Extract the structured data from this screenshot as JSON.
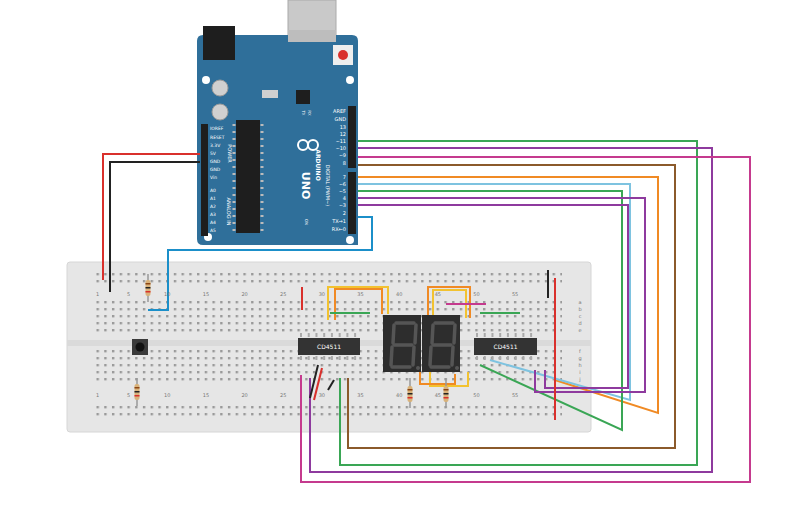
{
  "diagram": {
    "nodes": [
      {
        "text": [
          "ARDUINO",
          "UNO"
        ]
      },
      {
        "text": [
          "CD4511"
        ]
      },
      {
        "text": [
          "CD4511"
        ]
      }
    ],
    "labels": [
      "AREF",
      "GND",
      "13",
      "12",
      "~11",
      "~10",
      "~9",
      "8",
      "7",
      "~6",
      "~5",
      "4",
      "~3",
      "2",
      "TX→1",
      "RX←0",
      "DIGITAL (PWM~)",
      "IOREF",
      "RESET",
      "3.3V",
      "5V",
      "GND",
      "GND",
      "Vin",
      "POWER",
      "A0",
      "A1",
      "A2",
      "A3",
      "A4",
      "A5",
      "ANALOG IN",
      "TX",
      "RX",
      "ON",
      "1",
      "5",
      "10",
      "15",
      "20",
      "25",
      "30",
      "35",
      "40",
      "45",
      "50",
      "55",
      "1",
      "5",
      "10",
      "15",
      "20",
      "25",
      "30",
      "35",
      "40",
      "45",
      "50",
      "55",
      "a",
      "b",
      "c",
      "d",
      "e",
      "f",
      "g",
      "h",
      "i",
      "j"
    ]
  }
}
